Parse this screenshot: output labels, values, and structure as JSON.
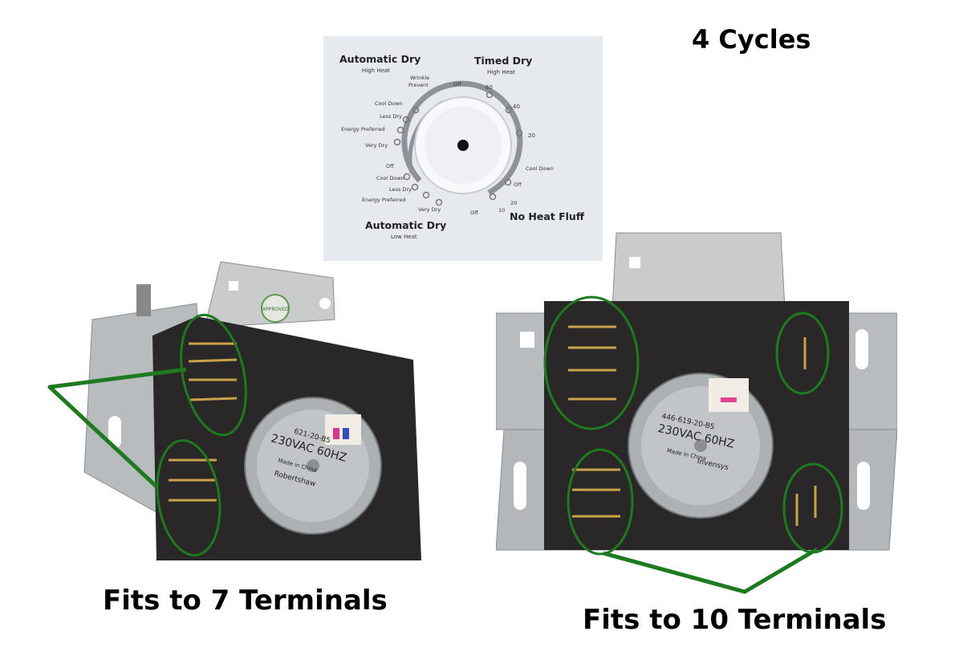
{
  "header": {
    "cycles_label": "4 Cycles"
  },
  "captions": {
    "left": "Fits to 7 Terminals",
    "right": "Fits to 10 Terminals"
  },
  "control_panel": {
    "auto_dry_high": {
      "title": "Automatic Dry",
      "sub": "High Heat"
    },
    "timed_dry": {
      "title": "Timed Dry",
      "sub": "High Heat"
    },
    "auto_dry_low": {
      "title": "Automatic Dry",
      "sub": "Low Heat"
    },
    "no_heat_fluff": {
      "title": "No Heat Fluff"
    },
    "left_upper_positions": [
      "Wrinkle",
      "Prevent",
      "Cool Down",
      "Less Dry",
      "Energy Preferred",
      "Very Dry"
    ],
    "left_lower_positions": [
      "Off",
      "Cool Down",
      "Less Dry",
      "Energy Preferred",
      "Very Dry"
    ],
    "off_top": "Off",
    "off_bottom": "Off",
    "timed_marks": [
      "60",
      "40",
      "20"
    ],
    "right_positions": [
      "Cool Down",
      "Off",
      "20",
      "10"
    ]
  },
  "timer_left": {
    "part_number": "621-20-B5",
    "voltage": "230VAC 60HZ",
    "made_in": "Made in China",
    "brand": "Robertshaw",
    "badge": "APPROVED"
  },
  "timer_right": {
    "part_number": "446-619-20-B5",
    "voltage": "230VAC 60HZ",
    "made_in": "Made in China",
    "brand": "Invensys"
  },
  "colors": {
    "callout_green": "#1e7a1e",
    "panel_ring": "#8e9399",
    "housing": "#2a2728",
    "bracket": "#b9bcbe"
  }
}
